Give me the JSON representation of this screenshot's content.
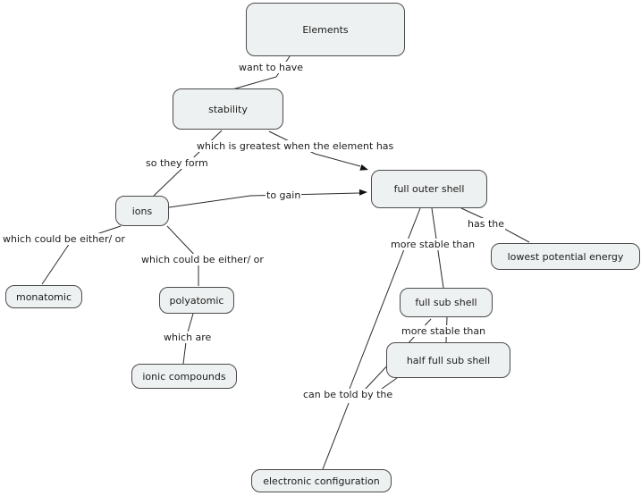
{
  "colors": {
    "background": "#ffffff",
    "node_fill": "#eef1f1",
    "node_border": "#4b4b4b",
    "line": "#2b2b2b",
    "text": "#1c1c1c"
  },
  "nodes": {
    "elements": {
      "label": "Elements"
    },
    "stability": {
      "label": "stability"
    },
    "ions": {
      "label": "ions"
    },
    "full_outer_shell": {
      "label": "full outer shell"
    },
    "lowest_potential_energy": {
      "label": "lowest potential energy"
    },
    "full_sub_shell": {
      "label": "full sub shell"
    },
    "half_full_sub_shell": {
      "label": "half full sub shell"
    },
    "monatomic": {
      "label": "monatomic"
    },
    "polyatomic": {
      "label": "polyatomic"
    },
    "ionic_compounds": {
      "label": "ionic compounds"
    },
    "electronic_configuration": {
      "label": "electronic configuration"
    }
  },
  "edge_labels": {
    "want_to_have": "want to have",
    "greatest_when": "which is greatest when the element has",
    "so_they_form": "so they form",
    "to_gain": "to gain",
    "has_the": "has the",
    "either_or_left": "which could be either/ or",
    "either_or_right": "which could be either/ or",
    "more_stable_upper": "more stable than",
    "more_stable_lower": "more stable than",
    "which_are": "which are",
    "can_be_told": "can be told by the"
  }
}
